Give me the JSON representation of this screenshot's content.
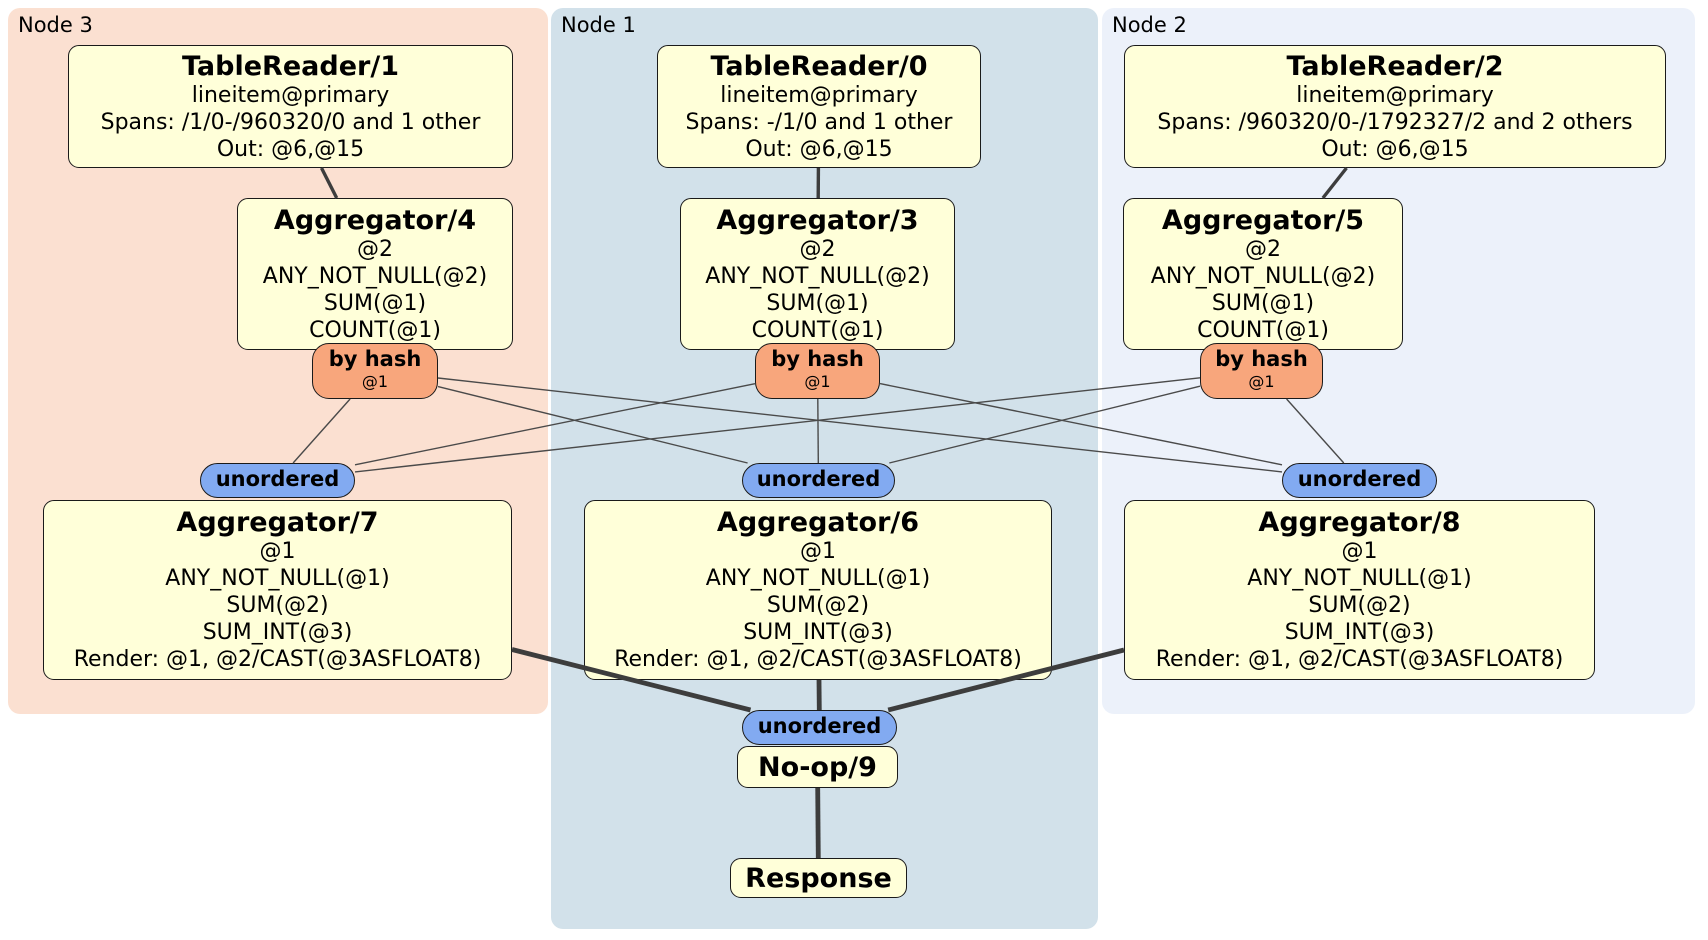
{
  "colors": {
    "region3": "#fbe0d1",
    "region1": "#d2e1ea",
    "region2": "#ecf1fa",
    "box": "#ffffd9",
    "hash": "#f8a67c",
    "sync": "#82aaf1",
    "edge_thin": "#4a4a4a",
    "edge_thick": "#3d3d3d"
  },
  "regions": {
    "node3": {
      "label": "Node 3"
    },
    "node1": {
      "label": "Node 1"
    },
    "node2": {
      "label": "Node 2"
    }
  },
  "processors": {
    "tr1": {
      "title": "TableReader/1",
      "lines": [
        "lineitem@primary",
        "Spans: /1/0-/960320/0 and 1 other",
        "Out: @6,@15"
      ]
    },
    "tr0": {
      "title": "TableReader/0",
      "lines": [
        "lineitem@primary",
        "Spans: -/1/0 and 1 other",
        "Out: @6,@15"
      ]
    },
    "tr2": {
      "title": "TableReader/2",
      "lines": [
        "lineitem@primary",
        "Spans: /960320/0-/1792327/2 and 2 others",
        "Out: @6,@15"
      ]
    },
    "agg4": {
      "title": "Aggregator/4",
      "lines": [
        "@2",
        "ANY_NOT_NULL(@2)",
        "SUM(@1)",
        "COUNT(@1)"
      ]
    },
    "agg3": {
      "title": "Aggregator/3",
      "lines": [
        "@2",
        "ANY_NOT_NULL(@2)",
        "SUM(@1)",
        "COUNT(@1)"
      ]
    },
    "agg5": {
      "title": "Aggregator/5",
      "lines": [
        "@2",
        "ANY_NOT_NULL(@2)",
        "SUM(@1)",
        "COUNT(@1)"
      ]
    },
    "agg7": {
      "title": "Aggregator/7",
      "lines": [
        "@1",
        "ANY_NOT_NULL(@1)",
        "SUM(@2)",
        "SUM_INT(@3)",
        "Render: @1, @2/CAST(@3ASFLOAT8)"
      ]
    },
    "agg6": {
      "title": "Aggregator/6",
      "lines": [
        "@1",
        "ANY_NOT_NULL(@1)",
        "SUM(@2)",
        "SUM_INT(@3)",
        "Render: @1, @2/CAST(@3ASFLOAT8)"
      ]
    },
    "agg8": {
      "title": "Aggregator/8",
      "lines": [
        "@1",
        "ANY_NOT_NULL(@1)",
        "SUM(@2)",
        "SUM_INT(@3)",
        "Render: @1, @2/CAST(@3ASFLOAT8)"
      ]
    },
    "noop": {
      "title": "No-op/9"
    },
    "resp": {
      "title": "Response"
    }
  },
  "routers": {
    "bh3": {
      "label": "by hash",
      "key": "@1"
    },
    "bh1": {
      "label": "by hash",
      "key": "@1"
    },
    "bh2": {
      "label": "by hash",
      "key": "@1"
    }
  },
  "syncs": {
    "uL": {
      "label": "unordered"
    },
    "uM": {
      "label": "unordered"
    },
    "uR": {
      "label": "unordered"
    },
    "uB": {
      "label": "unordered"
    }
  },
  "edges": [
    {
      "from": "tr1",
      "to": "agg4",
      "w": "med"
    },
    {
      "from": "tr0",
      "to": "agg3",
      "w": "med"
    },
    {
      "from": "tr2",
      "to": "agg5",
      "w": "med"
    },
    {
      "from": "bh3",
      "to": "uL",
      "w": "thin"
    },
    {
      "from": "bh3",
      "to": "uM",
      "w": "thin"
    },
    {
      "from": "bh3",
      "to": "uR",
      "w": "thin"
    },
    {
      "from": "bh1",
      "to": "uL",
      "w": "thin"
    },
    {
      "from": "bh1",
      "to": "uM",
      "w": "thin"
    },
    {
      "from": "bh1",
      "to": "uR",
      "w": "thin"
    },
    {
      "from": "bh2",
      "to": "uL",
      "w": "thin"
    },
    {
      "from": "bh2",
      "to": "uM",
      "w": "thin"
    },
    {
      "from": "bh2",
      "to": "uR",
      "w": "thin"
    },
    {
      "from": "agg7",
      "to": "uB",
      "w": "thick"
    },
    {
      "from": "agg6",
      "to": "uB",
      "w": "thick"
    },
    {
      "from": "agg8",
      "to": "uB",
      "w": "thick"
    },
    {
      "from": "noop",
      "to": "resp",
      "w": "thick"
    }
  ]
}
